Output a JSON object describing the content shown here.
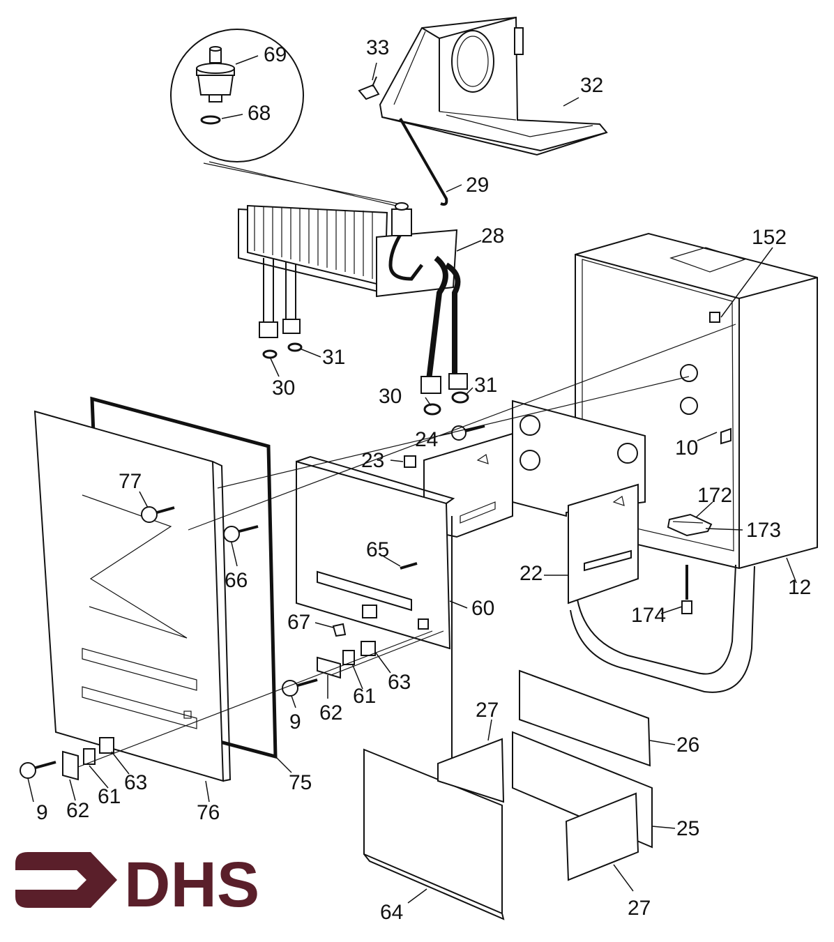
{
  "brand": {
    "logo_text": "DHS",
    "logo_color": "#5a1f2a"
  },
  "labels": {
    "l69": "69",
    "l68": "68",
    "l33": "33",
    "l32": "32",
    "l29": "29",
    "l28": "28",
    "l152": "152",
    "l31a": "31",
    "l30a": "30",
    "l30b": "30",
    "l31b": "31",
    "l24": "24",
    "l10": "10",
    "l23": "23",
    "l77": "77",
    "l172": "172",
    "l173": "173",
    "l65": "65",
    "l66": "66",
    "l22": "22",
    "l12": "12",
    "l60": "60",
    "l67": "67",
    "l174": "174",
    "l63a": "63",
    "l9a": "9",
    "l62a": "62",
    "l61a": "61",
    "l27a": "27",
    "l26": "26",
    "l9b": "9",
    "l62b": "62",
    "l61b": "61",
    "l63b": "63",
    "l75": "75",
    "l76": "76",
    "l25": "25",
    "l64": "64",
    "l27b": "27"
  }
}
